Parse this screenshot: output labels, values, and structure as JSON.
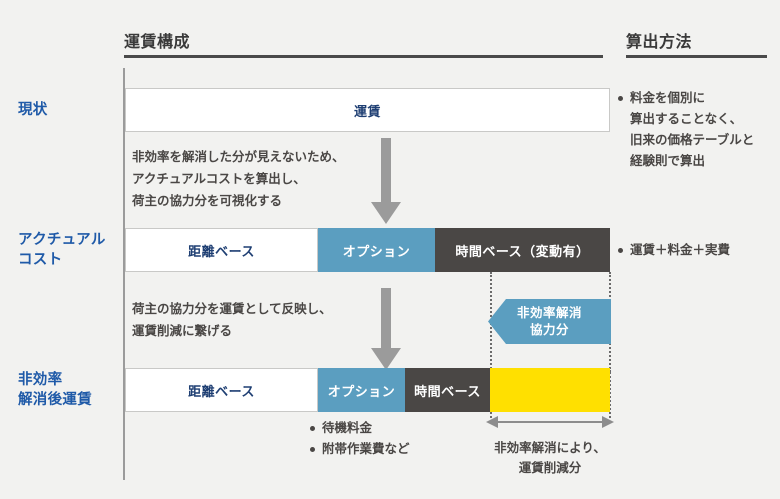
{
  "headers": {
    "fare_structure": "運賃構成",
    "calculation_method": "算出方法"
  },
  "rows": [
    {
      "label": "現状",
      "segments": [
        {
          "text": "運賃",
          "style": "white"
        }
      ],
      "note": "料金を個別に\n算出することなく、\n旧来の価格テーブルと\n経験則で算出"
    },
    {
      "label": "アクチュアル\nコスト",
      "segments": [
        {
          "text": "距離ベース",
          "style": "white"
        },
        {
          "text": "オプション",
          "style": "teal"
        },
        {
          "text": "時間ベース（変動有）",
          "style": "dark"
        }
      ],
      "note": "運賃＋料金＋実費"
    },
    {
      "label": "非効率\n解消後運賃",
      "segments": [
        {
          "text": "距離ベース",
          "style": "white"
        },
        {
          "text": "オプション",
          "style": "teal"
        },
        {
          "text": "時間ベース",
          "style": "dark"
        },
        {
          "text": "",
          "style": "yellow"
        }
      ],
      "note": ""
    }
  ],
  "transitions": [
    {
      "text": "非効率を解消した分が見えないため、\nアクチュアルコストを算出し、\n荷主の協力分を可視化する"
    },
    {
      "text": "荷主の協力分を運賃として反映し、\n運賃削減に繋げる"
    }
  ],
  "callout": {
    "text": "非効率解消\n協力分",
    "color": "#5b9ec0"
  },
  "bottom": {
    "bullets": [
      "待機料金",
      "附帯作業費など"
    ],
    "dimension_caption": "非効率解消により、\n運賃削減分"
  },
  "colors": {
    "label_blue": "#1f5aa8",
    "teal": "#5b9ec0",
    "dark": "#4a4745",
    "yellow": "#ffe000",
    "background": "#f2f2f0",
    "arrow_gray": "#9b9b9b"
  }
}
